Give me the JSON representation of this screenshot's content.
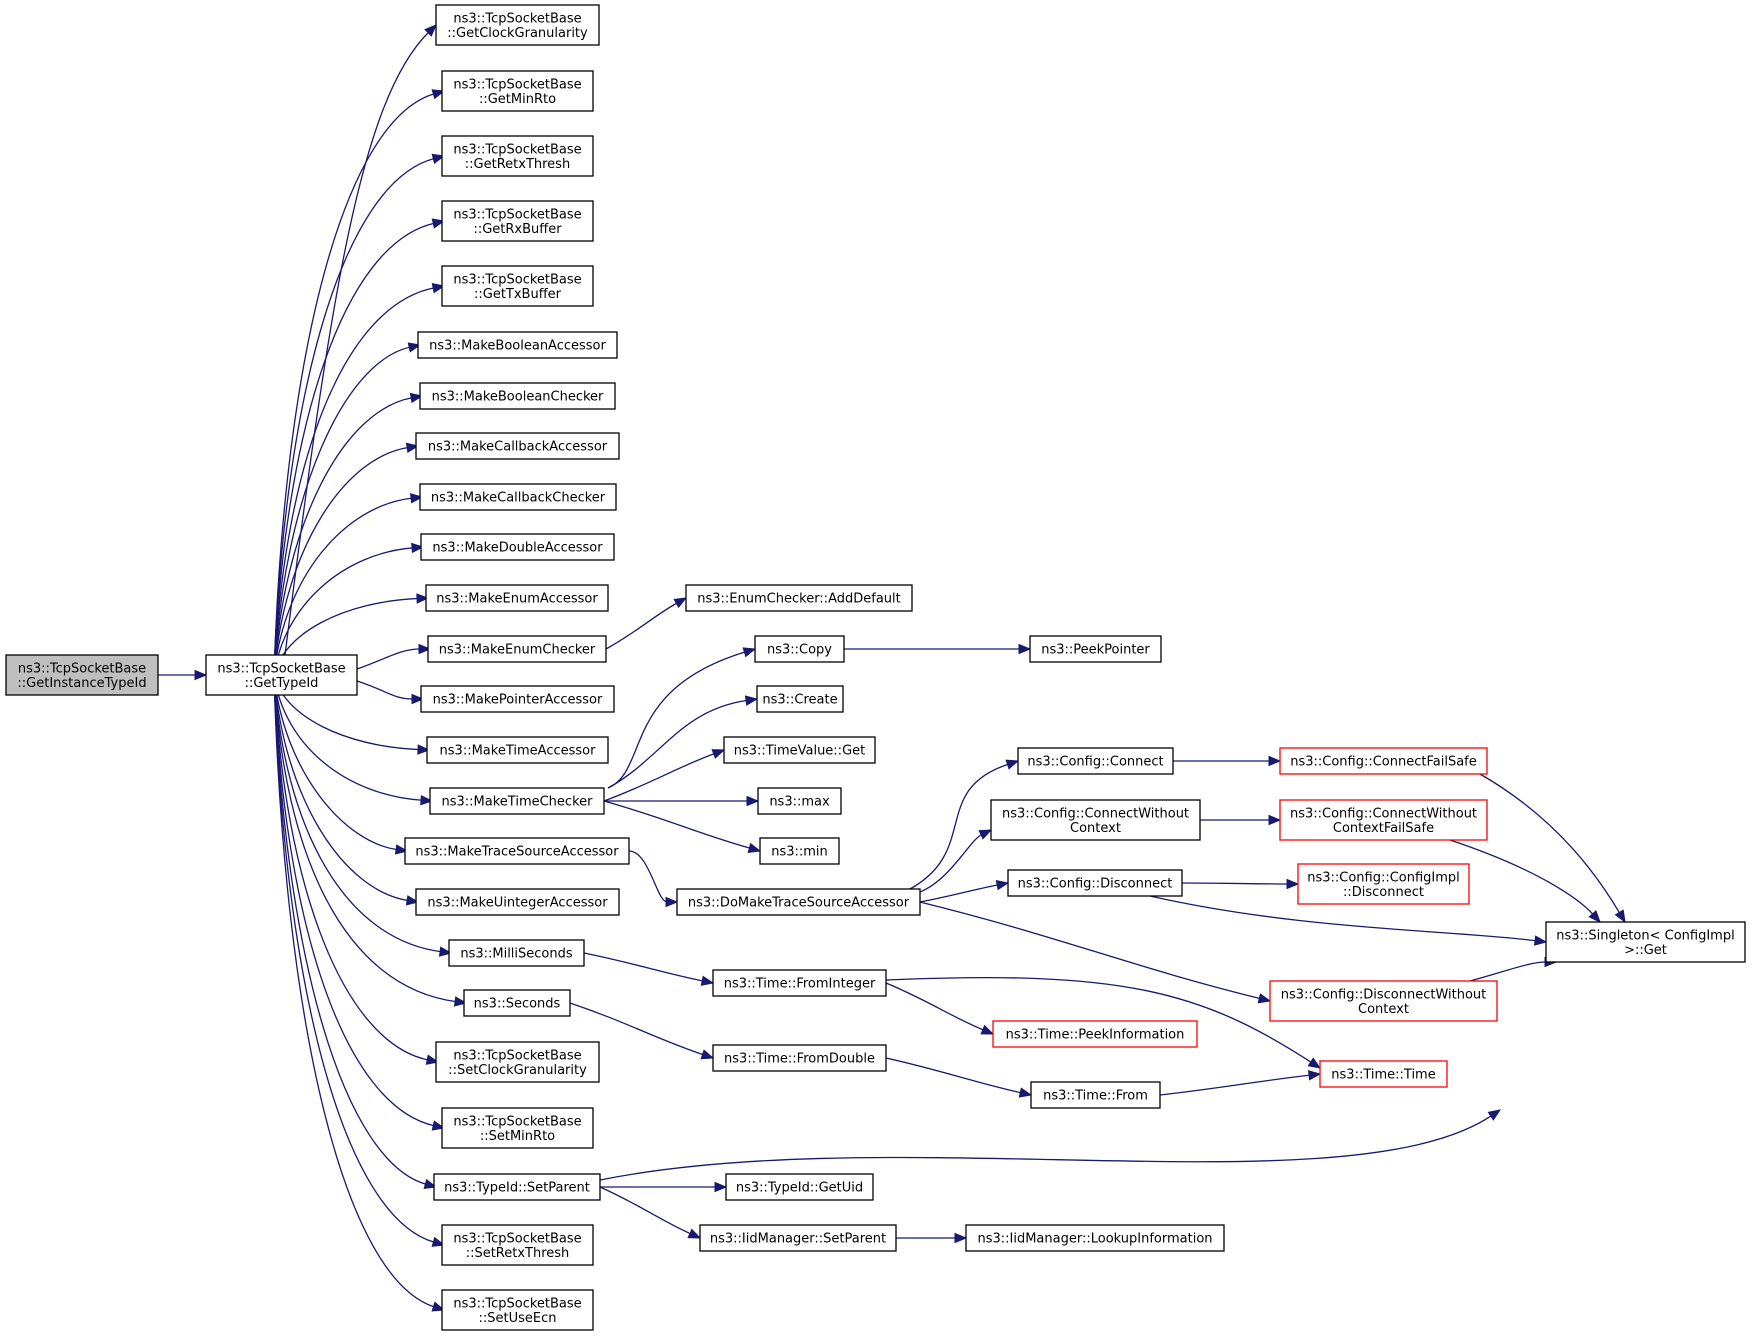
{
  "colors": {
    "edge": "#191970",
    "node_border": "#000000",
    "node_border_red": "#ff0000",
    "root_fill": "#bfbfbf",
    "node_fill": "#ffffff"
  },
  "nodes": [
    {
      "id": "getinstancetypeid",
      "lines": [
        "ns3::TcpSocketBase",
        "::GetInstanceTypeId"
      ],
      "style": "root"
    },
    {
      "id": "gettypeid",
      "lines": [
        "ns3::TcpSocketBase",
        "::GetTypeId"
      ],
      "style": "normal"
    },
    {
      "id": "getclockgranularity",
      "lines": [
        "ns3::TcpSocketBase",
        "::GetClockGranularity"
      ],
      "style": "normal"
    },
    {
      "id": "getminrto",
      "lines": [
        "ns3::TcpSocketBase",
        "::GetMinRto"
      ],
      "style": "normal"
    },
    {
      "id": "getretxthresh",
      "lines": [
        "ns3::TcpSocketBase",
        "::GetRetxThresh"
      ],
      "style": "normal"
    },
    {
      "id": "getrxbuffer",
      "lines": [
        "ns3::TcpSocketBase",
        "::GetRxBuffer"
      ],
      "style": "normal"
    },
    {
      "id": "gettxbuffer",
      "lines": [
        "ns3::TcpSocketBase",
        "::GetTxBuffer"
      ],
      "style": "normal"
    },
    {
      "id": "makebooleanaccessor",
      "lines": [
        "ns3::MakeBooleanAccessor"
      ],
      "style": "normal"
    },
    {
      "id": "makebooleanchecker",
      "lines": [
        "ns3::MakeBooleanChecker"
      ],
      "style": "normal"
    },
    {
      "id": "makecallbackaccessor",
      "lines": [
        "ns3::MakeCallbackAccessor"
      ],
      "style": "normal"
    },
    {
      "id": "makecallbackchecker",
      "lines": [
        "ns3::MakeCallbackChecker"
      ],
      "style": "normal"
    },
    {
      "id": "makedoubleaccessor",
      "lines": [
        "ns3::MakeDoubleAccessor"
      ],
      "style": "normal"
    },
    {
      "id": "makeenumaccessor",
      "lines": [
        "ns3::MakeEnumAccessor"
      ],
      "style": "normal"
    },
    {
      "id": "makeenumchecker",
      "lines": [
        "ns3::MakeEnumChecker"
      ],
      "style": "normal"
    },
    {
      "id": "makepointeraccessor",
      "lines": [
        "ns3::MakePointerAccessor"
      ],
      "style": "normal"
    },
    {
      "id": "maketimeaccessor",
      "lines": [
        "ns3::MakeTimeAccessor"
      ],
      "style": "normal"
    },
    {
      "id": "maketimechecker",
      "lines": [
        "ns3::MakeTimeChecker"
      ],
      "style": "normal"
    },
    {
      "id": "maketracesourceaccessor",
      "lines": [
        "ns3::MakeTraceSourceAccessor"
      ],
      "style": "normal"
    },
    {
      "id": "makeuintegeraccessor",
      "lines": [
        "ns3::MakeUintegerAccessor"
      ],
      "style": "normal"
    },
    {
      "id": "milliseconds",
      "lines": [
        "ns3::MilliSeconds"
      ],
      "style": "normal"
    },
    {
      "id": "seconds",
      "lines": [
        "ns3::Seconds"
      ],
      "style": "normal"
    },
    {
      "id": "setclockgranularity",
      "lines": [
        "ns3::TcpSocketBase",
        "::SetClockGranularity"
      ],
      "style": "normal"
    },
    {
      "id": "setminrto",
      "lines": [
        "ns3::TcpSocketBase",
        "::SetMinRto"
      ],
      "style": "normal"
    },
    {
      "id": "typeid-setparent",
      "lines": [
        "ns3::TypeId::SetParent"
      ],
      "style": "normal"
    },
    {
      "id": "setretxthresh",
      "lines": [
        "ns3::TcpSocketBase",
        "::SetRetxThresh"
      ],
      "style": "normal"
    },
    {
      "id": "setuseecn",
      "lines": [
        "ns3::TcpSocketBase",
        "::SetUseEcn"
      ],
      "style": "normal"
    },
    {
      "id": "enumchecker-adddefault",
      "lines": [
        "ns3::EnumChecker::AddDefault"
      ],
      "style": "normal"
    },
    {
      "id": "copy",
      "lines": [
        "ns3::Copy"
      ],
      "style": "normal"
    },
    {
      "id": "create",
      "lines": [
        "ns3::Create"
      ],
      "style": "normal"
    },
    {
      "id": "timevalue-get",
      "lines": [
        "ns3::TimeValue::Get"
      ],
      "style": "normal"
    },
    {
      "id": "max",
      "lines": [
        "ns3::max"
      ],
      "style": "normal"
    },
    {
      "id": "min",
      "lines": [
        "ns3::min"
      ],
      "style": "normal"
    },
    {
      "id": "domaketracesourceaccessor",
      "lines": [
        "ns3::DoMakeTraceSourceAccessor"
      ],
      "style": "normal"
    },
    {
      "id": "time-frominteger",
      "lines": [
        "ns3::Time::FromInteger"
      ],
      "style": "normal"
    },
    {
      "id": "time-fromdouble",
      "lines": [
        "ns3::Time::FromDouble"
      ],
      "style": "normal"
    },
    {
      "id": "typeid-getuid",
      "lines": [
        "ns3::TypeId::GetUid"
      ],
      "style": "normal"
    },
    {
      "id": "iidmanager-setparent",
      "lines": [
        "ns3::IidManager::SetParent"
      ],
      "style": "normal"
    },
    {
      "id": "peekpointer",
      "lines": [
        "ns3::PeekPointer"
      ],
      "style": "normal"
    },
    {
      "id": "config-connect",
      "lines": [
        "ns3::Config::Connect"
      ],
      "style": "normal"
    },
    {
      "id": "config-connectwithoutcontext",
      "lines": [
        "ns3::Config::ConnectWithout",
        "Context"
      ],
      "style": "normal"
    },
    {
      "id": "config-disconnect",
      "lines": [
        "ns3::Config::Disconnect"
      ],
      "style": "normal"
    },
    {
      "id": "time-peekinformation",
      "lines": [
        "ns3::Time::PeekInformation"
      ],
      "style": "red"
    },
    {
      "id": "time-from",
      "lines": [
        "ns3::Time::From"
      ],
      "style": "normal"
    },
    {
      "id": "iidmanager-lookupinformation",
      "lines": [
        "ns3::IidManager::LookupInformation"
      ],
      "style": "normal"
    },
    {
      "id": "config-connectfailsafe",
      "lines": [
        "ns3::Config::ConnectFailSafe"
      ],
      "style": "red"
    },
    {
      "id": "config-connectwithoutcontextfailsafe",
      "lines": [
        "ns3::Config::ConnectWithout",
        "ContextFailSafe"
      ],
      "style": "red"
    },
    {
      "id": "config-configimpl-disconnect",
      "lines": [
        "ns3::Config::ConfigImpl",
        "::Disconnect"
      ],
      "style": "red"
    },
    {
      "id": "config-disconnectwithoutcontext",
      "lines": [
        "ns3::Config::DisconnectWithout",
        "Context"
      ],
      "style": "red"
    },
    {
      "id": "time-time",
      "lines": [
        "ns3::Time::Time"
      ],
      "style": "red"
    },
    {
      "id": "singleton-get",
      "lines": [
        "ns3::Singleton< ConfigImpl",
        " >::Get"
      ],
      "style": "normal"
    }
  ],
  "edges": [
    [
      "getinstancetypeid",
      "gettypeid"
    ],
    [
      "gettypeid",
      "getclockgranularity"
    ],
    [
      "gettypeid",
      "getminrto"
    ],
    [
      "gettypeid",
      "getretxthresh"
    ],
    [
      "gettypeid",
      "getrxbuffer"
    ],
    [
      "gettypeid",
      "gettxbuffer"
    ],
    [
      "gettypeid",
      "makebooleanaccessor"
    ],
    [
      "gettypeid",
      "makebooleanchecker"
    ],
    [
      "gettypeid",
      "makecallbackaccessor"
    ],
    [
      "gettypeid",
      "makecallbackchecker"
    ],
    [
      "gettypeid",
      "makedoubleaccessor"
    ],
    [
      "gettypeid",
      "makeenumaccessor"
    ],
    [
      "gettypeid",
      "makeenumchecker"
    ],
    [
      "gettypeid",
      "makepointeraccessor"
    ],
    [
      "gettypeid",
      "maketimeaccessor"
    ],
    [
      "gettypeid",
      "maketimechecker"
    ],
    [
      "gettypeid",
      "maketracesourceaccessor"
    ],
    [
      "gettypeid",
      "makeuintegeraccessor"
    ],
    [
      "gettypeid",
      "milliseconds"
    ],
    [
      "gettypeid",
      "seconds"
    ],
    [
      "gettypeid",
      "setclockgranularity"
    ],
    [
      "gettypeid",
      "setminrto"
    ],
    [
      "gettypeid",
      "typeid-setparent"
    ],
    [
      "gettypeid",
      "setretxthresh"
    ],
    [
      "gettypeid",
      "setuseecn"
    ],
    [
      "makeenumchecker",
      "enumchecker-adddefault"
    ],
    [
      "maketimechecker",
      "copy"
    ],
    [
      "maketimechecker",
      "create"
    ],
    [
      "maketimechecker",
      "timevalue-get"
    ],
    [
      "maketimechecker",
      "max"
    ],
    [
      "maketimechecker",
      "min"
    ],
    [
      "maketracesourceaccessor",
      "domaketracesourceaccessor"
    ],
    [
      "milliseconds",
      "time-frominteger"
    ],
    [
      "seconds",
      "time-fromdouble"
    ],
    [
      "typeid-setparent",
      "typeid-getuid"
    ],
    [
      "typeid-setparent",
      "iidmanager-setparent"
    ],
    [
      "typeid-setparent",
      "singleton-get"
    ],
    [
      "copy",
      "peekpointer"
    ],
    [
      "domaketracesourceaccessor",
      "config-connect"
    ],
    [
      "domaketracesourceaccessor",
      "config-connectwithoutcontext"
    ],
    [
      "domaketracesourceaccessor",
      "config-disconnect"
    ],
    [
      "domaketracesourceaccessor",
      "config-disconnectwithoutcontext"
    ],
    [
      "time-frominteger",
      "time-peekinformation"
    ],
    [
      "time-frominteger",
      "time-time"
    ],
    [
      "time-fromdouble",
      "time-from"
    ],
    [
      "time-from",
      "time-time"
    ],
    [
      "iidmanager-setparent",
      "iidmanager-lookupinformation"
    ],
    [
      "config-connect",
      "config-connectfailsafe"
    ],
    [
      "config-connectwithoutcontext",
      "config-connectwithoutcontextfailsafe"
    ],
    [
      "config-disconnect",
      "config-configimpl-disconnect"
    ],
    [
      "config-disconnect",
      "singleton-get"
    ],
    [
      "config-connectfailsafe",
      "singleton-get"
    ],
    [
      "config-connectwithoutcontextfailsafe",
      "singleton-get"
    ],
    [
      "config-disconnectwithoutcontext",
      "singleton-get"
    ]
  ]
}
